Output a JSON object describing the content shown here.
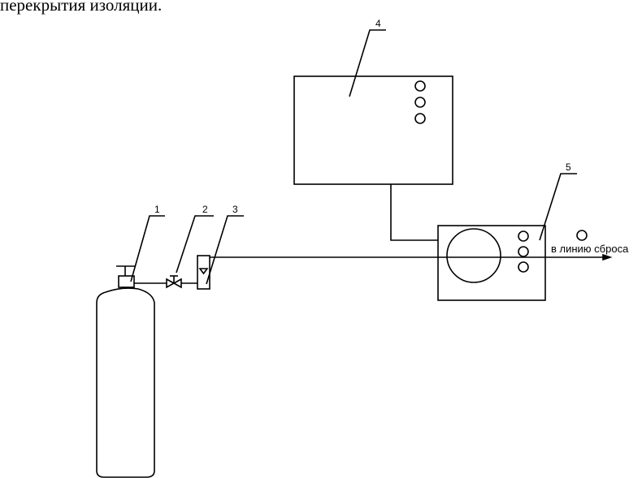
{
  "caption": "перекрытия изоляции.",
  "labels": {
    "cylinder": "1",
    "valve": "2",
    "flowmeter": "3",
    "control_unit": "4",
    "analyzer": "5"
  },
  "outlet_text": "в линию сброса"
}
